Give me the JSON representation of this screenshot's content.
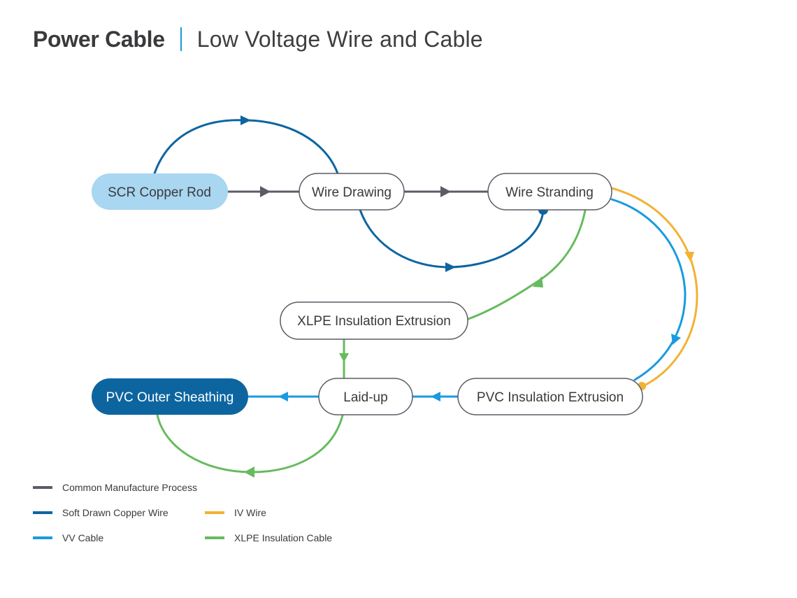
{
  "header": {
    "title": "Power Cable",
    "subtitle": "Low Voltage Wire and Cable",
    "separator_color": "#1a9ad6"
  },
  "colors": {
    "common": "#5a5c66",
    "soft_drawn": "#0d65a0",
    "iv_wire": "#f2b233",
    "vv_cable": "#1a9ae0",
    "xlpe": "#66bb5e",
    "scr_fill": "#a9d6f1",
    "sheath_fill": "#0d65a0",
    "node_border": "#5a5c66",
    "text_dark": "#3a3a3c"
  },
  "nodes": {
    "scr_copper_rod": {
      "label": "SCR Copper Rod",
      "style": "light-blue"
    },
    "wire_drawing": {
      "label": "Wire Drawing",
      "style": "outline"
    },
    "wire_stranding": {
      "label": "Wire Stranding",
      "style": "outline"
    },
    "xlpe_insulation_extrusion": {
      "label": "XLPE Insulation Extrusion",
      "style": "outline"
    },
    "laid_up": {
      "label": "Laid-up",
      "style": "outline"
    },
    "pvc_insulation_extrusion": {
      "label": "PVC Insulation Extrusion",
      "style": "outline"
    },
    "pvc_outer_sheathing": {
      "label": "PVC Outer Sheathing",
      "style": "dark-blue"
    }
  },
  "edges": [
    {
      "from": "SCR Copper Rod",
      "to": "Wire Drawing",
      "process": "Common Manufacture Process"
    },
    {
      "from": "Wire Drawing",
      "to": "Wire Stranding",
      "process": "Common Manufacture Process"
    },
    {
      "from": "SCR Copper Rod",
      "to": "Wire Drawing",
      "process": "Soft Drawn Copper Wire",
      "shape": "arc-over"
    },
    {
      "from": "Wire Drawing",
      "to": "Wire Stranding",
      "process": "Soft Drawn Copper Wire",
      "shape": "arc-under",
      "end": "dot"
    },
    {
      "from": "Wire Stranding",
      "to": "XLPE Insulation Extrusion",
      "process": "XLPE Insulation Cable"
    },
    {
      "from": "XLPE Insulation Extrusion",
      "to": "Laid-up",
      "process": "XLPE Insulation Cable"
    },
    {
      "from": "Laid-up",
      "to": "PVC Outer Sheathing",
      "process": "XLPE Insulation Cable",
      "shape": "arc-under"
    },
    {
      "from": "Wire Stranding",
      "to": "PVC Insulation Extrusion",
      "process": "VV Cable"
    },
    {
      "from": "Wire Stranding",
      "to": "PVC Insulation Extrusion",
      "process": "IV Wire",
      "end": "dot"
    },
    {
      "from": "PVC Insulation Extrusion",
      "to": "Laid-up",
      "process": "VV Cable"
    },
    {
      "from": "Laid-up",
      "to": "PVC Outer Sheathing",
      "process": "VV Cable"
    }
  ],
  "legend": [
    {
      "label": "Common Manufacture Process",
      "color": "#5a5c66"
    },
    {
      "label": "Soft Drawn Copper Wire",
      "color": "#0d65a0"
    },
    {
      "label": "IV Wire",
      "color": "#f2b233"
    },
    {
      "label": "VV Cable",
      "color": "#1a9ae0"
    },
    {
      "label": "XLPE Insulation Cable",
      "color": "#66bb5e"
    }
  ]
}
